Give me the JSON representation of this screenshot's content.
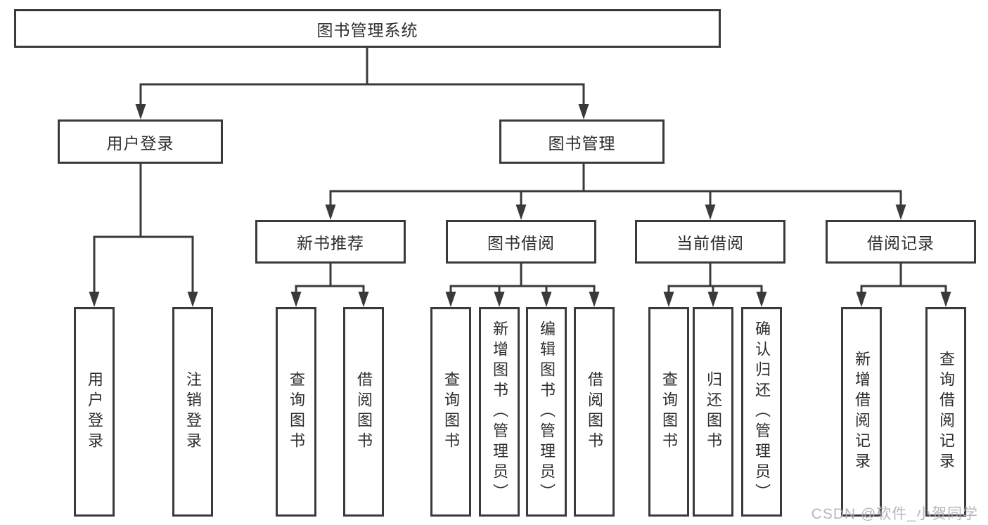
{
  "diagram": {
    "root": {
      "label": "图书管理系统",
      "children": [
        {
          "label": "用户登录",
          "children": [
            {
              "label": "用户登录"
            },
            {
              "label": "注销登录"
            }
          ]
        },
        {
          "label": "图书管理",
          "children": [
            {
              "label": "新书推荐",
              "children": [
                {
                  "label": "查询图书"
                },
                {
                  "label": "借阅图书"
                }
              ]
            },
            {
              "label": "图书借阅",
              "children": [
                {
                  "label": "查询图书"
                },
                {
                  "label": "新增图书（管理员）"
                },
                {
                  "label": "编辑图书（管理员）"
                },
                {
                  "label": "借阅图书"
                }
              ]
            },
            {
              "label": "当前借阅",
              "children": [
                {
                  "label": "查询图书"
                },
                {
                  "label": "归还图书"
                },
                {
                  "label": "确认归还（管理员）"
                }
              ]
            },
            {
              "label": "借阅记录",
              "children": [
                {
                  "label": "新增借阅记录"
                },
                {
                  "label": "查询借阅记录"
                }
              ]
            }
          ]
        }
      ]
    }
  },
  "watermark": {
    "text": "CSDN @软件_小贺同学"
  },
  "colors": {
    "line": "#3a3a3a",
    "border": "#3a3a3a",
    "text": "#2d2d2d",
    "watermark": "#b0b0b0",
    "bg": "#ffffff"
  }
}
